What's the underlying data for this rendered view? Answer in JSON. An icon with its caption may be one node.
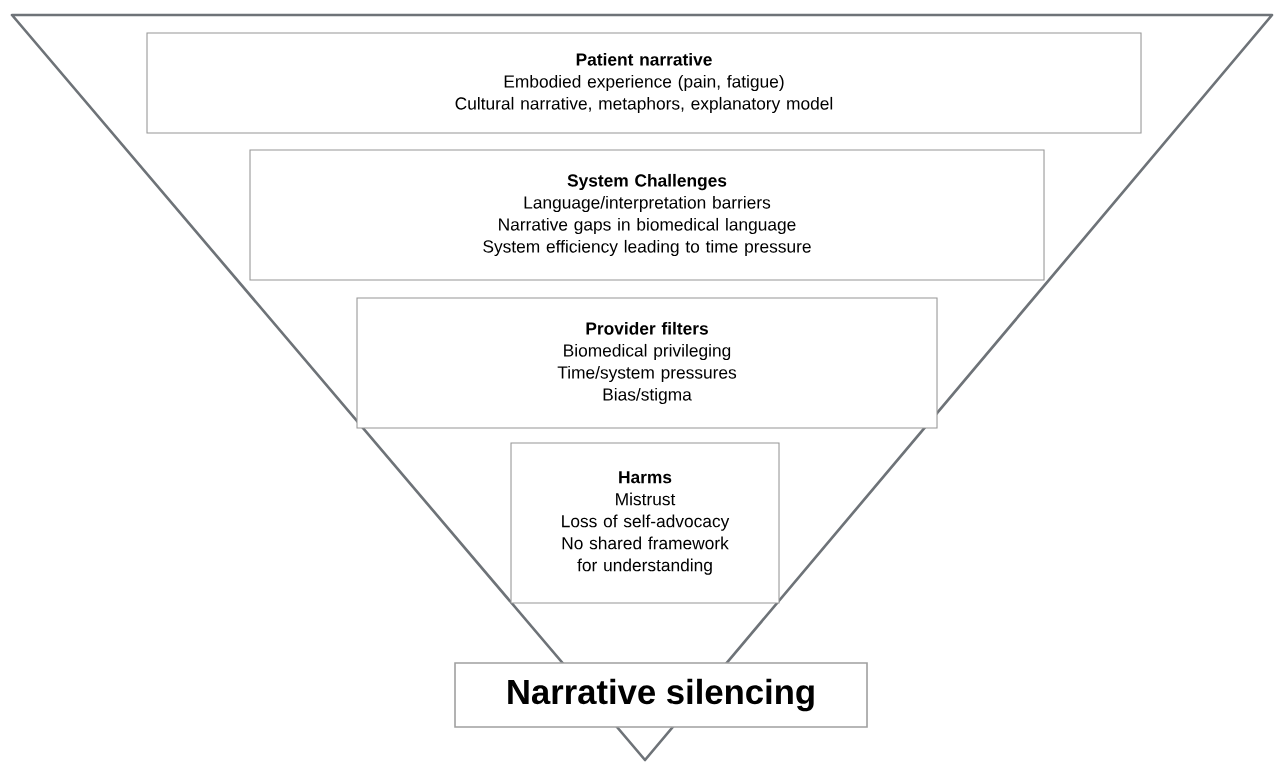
{
  "diagram": {
    "nodes": [
      {
        "text": [
          "Patient narrative",
          "Embodied experience (pain, fatigue)",
          "Cultural narrative, metaphors, explanatory model"
        ]
      },
      {
        "text": [
          "System Challenges",
          "Language/interpretation barriers",
          "Narrative gaps in biomedical language",
          "System efficiency leading to time pressure"
        ]
      },
      {
        "text": [
          "Provider filters",
          "Biomedical privileging",
          "Time/system pressures",
          "Bias/stigma"
        ]
      },
      {
        "text": [
          "Harms",
          "Mistrust",
          "Loss of self-advocacy",
          "No shared framework for understanding"
        ]
      },
      {
        "text": [
          "Narrative silencing"
        ]
      }
    ]
  }
}
